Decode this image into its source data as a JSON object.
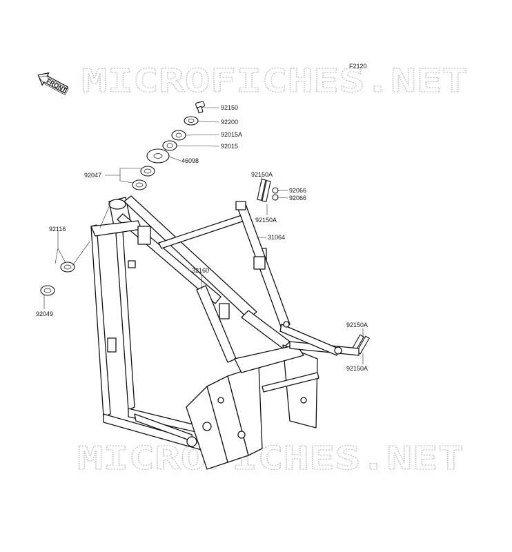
{
  "diagram": {
    "code": "F2120",
    "watermark": "MICROFICHES.NET",
    "front_label": "FRONT",
    "parts": [
      {
        "id": "p-92150",
        "number": "92150"
      },
      {
        "id": "p-92200",
        "number": "92200"
      },
      {
        "id": "p-92015A",
        "number": "92015A"
      },
      {
        "id": "p-92015",
        "number": "92015"
      },
      {
        "id": "p-46098",
        "number": "46098"
      },
      {
        "id": "p-92047",
        "number": "92047"
      },
      {
        "id": "p-92150A-1",
        "number": "92150A"
      },
      {
        "id": "p-92066-1",
        "number": "92066"
      },
      {
        "id": "p-92066-2",
        "number": "92066"
      },
      {
        "id": "p-92150A-2",
        "number": "92150A"
      },
      {
        "id": "p-31064",
        "number": "31064"
      },
      {
        "id": "p-92116",
        "number": "92116"
      },
      {
        "id": "p-32160",
        "number": "32160"
      },
      {
        "id": "p-92049",
        "number": "92049"
      },
      {
        "id": "p-92150A-3",
        "number": "92150A"
      },
      {
        "id": "p-92150A-4",
        "number": "92150A"
      }
    ]
  }
}
